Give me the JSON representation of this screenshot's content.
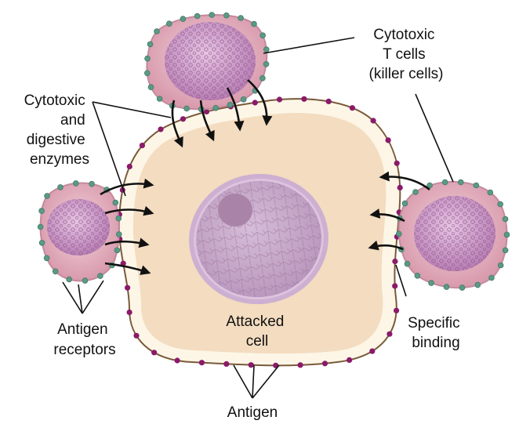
{
  "labels": {
    "t_cells": [
      "Cytotoxic",
      "T cells",
      "(killer cells)"
    ],
    "enzymes": [
      "Cytotoxic",
      "and",
      "digestive",
      "enzymes"
    ],
    "antigen_receptors": [
      "Antigen",
      "receptors"
    ],
    "attacked_cell": [
      "Attacked",
      "cell"
    ],
    "specific_binding": [
      "Specific",
      "binding"
    ],
    "antigen": "Antigen"
  },
  "colors": {
    "attacked_cytoplasm": "#f3dcc0",
    "attacked_membrane": "#fdf6e6",
    "attacked_outline": "#7a5a3a",
    "antigen_dot": "#8a1a6a",
    "nucleus": "#c9a9c9",
    "nucleolus": "#a983a8",
    "t_cell_body": "#e4b3c0",
    "t_cell_rim": "#c48a9b",
    "t_cell_nucleus": "#c896c5",
    "receptor_dot": "#5b9a86",
    "text": "#111111"
  }
}
